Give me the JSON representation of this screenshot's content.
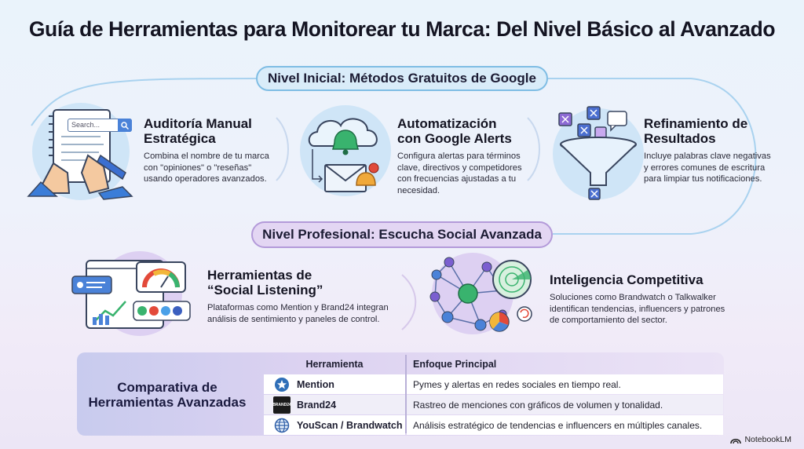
{
  "title": "Guía de Herramientas para Monitorear tu Marca: Del Nivel Básico al Avanzado",
  "levels": {
    "basic": "Nivel Inicial: Métodos Gratuitos de Google",
    "pro": "Nivel Profesional: Escucha Social Avanzada"
  },
  "basic_items": [
    {
      "title_line1": "Auditoría Manual",
      "title_line2": "Estratégica",
      "desc": [
        "Combina el nombre de tu marca",
        "con \"opiniones\" o \"reseñas\"",
        "usando operadores avanzados."
      ],
      "search_placeholder": "Search..."
    },
    {
      "title_line1": "Automatización",
      "title_line2": "con Google Alerts",
      "desc": [
        "Configura alertas para términos",
        "clave, directivos y competidores",
        "con frecuencias ajustadas a tu",
        "necesidad."
      ]
    },
    {
      "title_line1": "Refinamiento de",
      "title_line2": "Resultados",
      "desc": [
        "Incluye palabras clave negativas",
        "y errores comunes de escritura",
        "para limpiar tus notificaciones."
      ]
    }
  ],
  "pro_items": [
    {
      "title_line1": "Herramientas de",
      "title_line2": "“Social Listening”",
      "desc": [
        "Plataformas como Mention y Brand24 integran",
        "análisis de sentimiento y paneles de control."
      ]
    },
    {
      "title_line1": "Inteligencia Competitiva",
      "desc": [
        "Soluciones como Brandwatch o Talkwalker",
        "identifican tendencias, influencers y patrones",
        "de comportamiento del sector."
      ]
    }
  ],
  "comparison": {
    "title_line1": "Comparativa de",
    "title_line2": "Herramientas Avanzadas",
    "headers": [
      "Herramienta",
      "Enfoque Principal"
    ],
    "rows": [
      {
        "tool": "Mention",
        "focus": "Pymes y alertas en redes sociales en tiempo real.",
        "icon": "star-icon"
      },
      {
        "tool": "Brand24",
        "focus": "Rastreo de menciones con gráficos de volumen y tonalidad.",
        "icon": "brand24-logo",
        "logo_text": "BRAND24"
      },
      {
        "tool": "YouScan / Brandwatch",
        "focus": "Análisis estratégico de tendencias e influencers en múltiples canales.",
        "icon": "globe-icon"
      }
    ]
  },
  "footer": "NotebookLM",
  "colors": {
    "basic_accent": "#7fbde4",
    "pro_accent": "#b39ad9",
    "alert_green": "#2fb36b",
    "warning_orange": "#f0a93a"
  }
}
